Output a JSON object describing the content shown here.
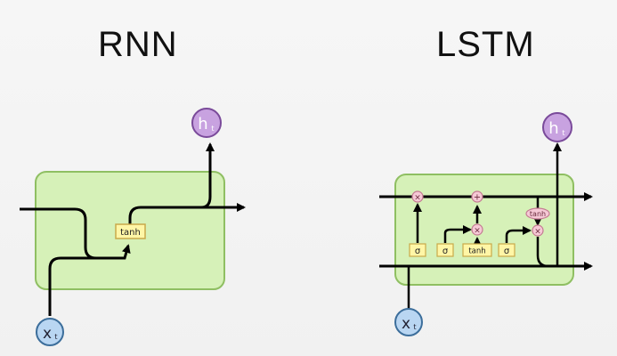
{
  "titles": {
    "rnn": "RNN",
    "lstm": "LSTM"
  },
  "rnn": {
    "activation": "tanh",
    "input": {
      "main": "x",
      "sub": "t"
    },
    "output": {
      "main": "h",
      "sub": "t"
    }
  },
  "lstm": {
    "gates": [
      "σ",
      "σ",
      "tanh",
      "σ"
    ],
    "ops": {
      "mul": "×",
      "add": "+"
    },
    "output_activation": "tanh",
    "input": {
      "main": "x",
      "sub": "t"
    },
    "output": {
      "main": "h",
      "sub": "t"
    }
  },
  "colors": {
    "cell_fill": "#d6f1b8",
    "cell_stroke": "#8fbf62",
    "gate_fill": "#fff6a6",
    "gate_stroke": "#c8a94a",
    "op_fill": "#f6c9d6",
    "op_stroke": "#c47a92",
    "output_node": "#c8a2e0",
    "input_node": "#b9d6f2"
  }
}
